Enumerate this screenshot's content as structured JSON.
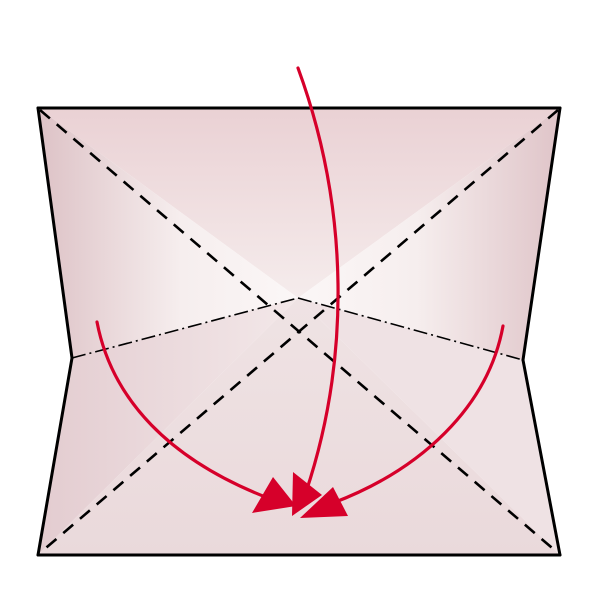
{
  "diagram": {
    "kind": "origami-fold-step",
    "colors": {
      "paper_light": "#f6eeee",
      "paper_mid": "#ead6d8",
      "paper_shadow": "#d8b9bd",
      "outline": "#000000",
      "crease": "#000000",
      "arrow": "#d6002a"
    },
    "elements": {
      "paper": "square-base-paper",
      "valley_folds": "dashed-diagonal-creases",
      "mountain_fold": "dash-dot-horizontal-crease",
      "arrows": [
        "fold-left-flap-in",
        "fold-top-flap-down",
        "fold-right-flap-in"
      ]
    }
  }
}
